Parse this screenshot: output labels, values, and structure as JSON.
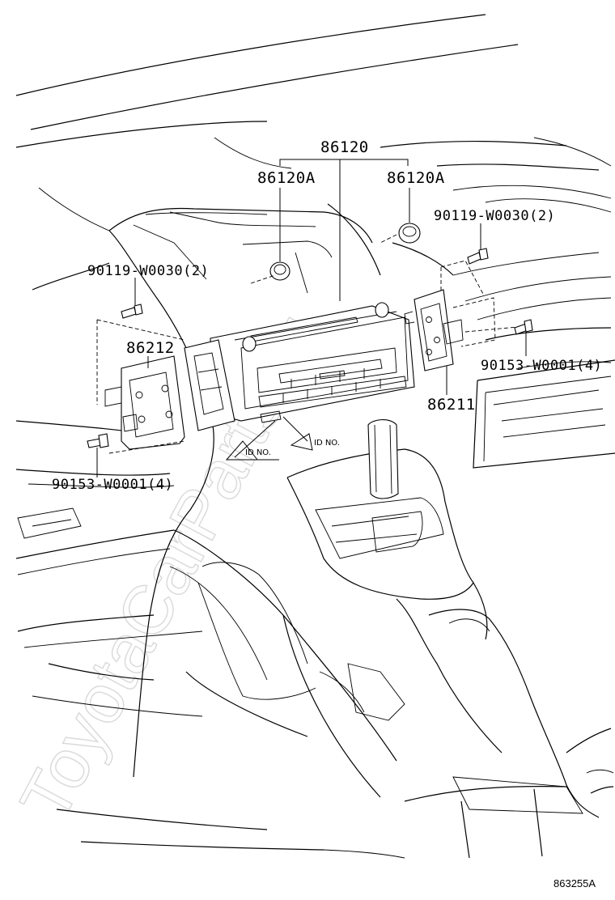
{
  "labels": {
    "p86120": "86120",
    "p86120a_left": "86120A",
    "p86120a_right": "86120A",
    "p90119_left": "90119-W0030(2)",
    "p90119_right": "90119-W0030(2)",
    "p86212": "86212",
    "p86211": "86211",
    "p90153_left": "90153-W0001(4)",
    "p90153_right": "90153-W0001(4)",
    "id_no_left": "ID NO.",
    "id_no_right": "ID NO."
  },
  "watermark": "ToyotaCarParts.ru",
  "figure_code": "863255A"
}
